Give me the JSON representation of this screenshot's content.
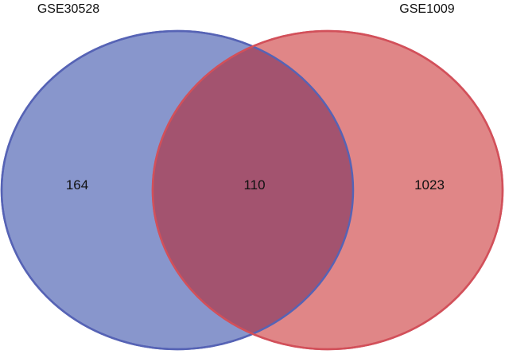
{
  "venn": {
    "sets": [
      {
        "name": "GSE30528",
        "fill": "#8896cc",
        "stroke": "#5663b5"
      },
      {
        "name": "GSE1009",
        "fill": "#e08687",
        "stroke": "#d2505a"
      }
    ],
    "counts": {
      "only_first": "164",
      "overlap": "110",
      "only_second": "1023"
    },
    "overlap_fill": "#a3536f"
  }
}
